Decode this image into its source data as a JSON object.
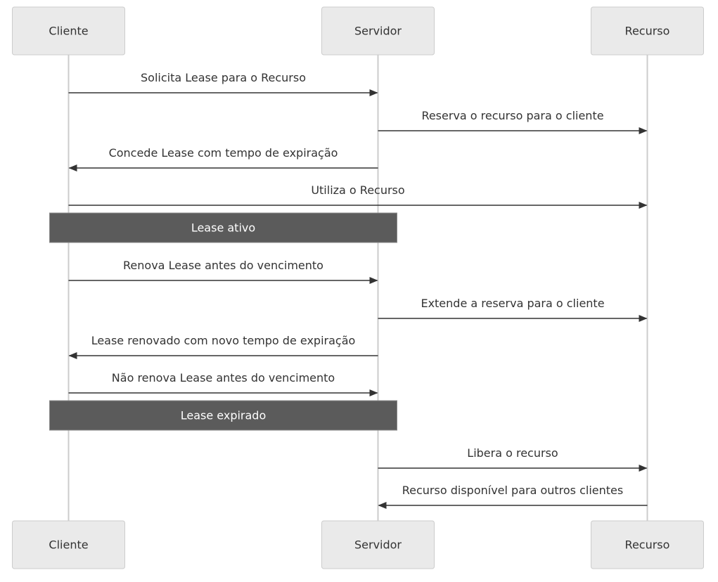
{
  "participants": [
    {
      "id": "cliente",
      "label": "Cliente"
    },
    {
      "id": "servidor",
      "label": "Servidor"
    },
    {
      "id": "recurso",
      "label": "Recurso"
    }
  ],
  "events": [
    {
      "type": "message",
      "from": "cliente",
      "to": "servidor",
      "text": "Solicita Lease para o Recurso"
    },
    {
      "type": "message",
      "from": "servidor",
      "to": "recurso",
      "text": "Reserva o recurso para o cliente"
    },
    {
      "type": "message",
      "from": "servidor",
      "to": "cliente",
      "text": "Concede Lease com tempo de expiração"
    },
    {
      "type": "message",
      "from": "cliente",
      "to": "recurso",
      "text": "Utiliza o Recurso"
    },
    {
      "type": "note",
      "over": [
        "cliente",
        "servidor"
      ],
      "text": "Lease ativo"
    },
    {
      "type": "message",
      "from": "cliente",
      "to": "servidor",
      "text": "Renova Lease antes do vencimento"
    },
    {
      "type": "message",
      "from": "servidor",
      "to": "recurso",
      "text": "Extende a reserva para o cliente"
    },
    {
      "type": "message",
      "from": "servidor",
      "to": "cliente",
      "text": "Lease renovado com novo tempo de expiração"
    },
    {
      "type": "message",
      "from": "cliente",
      "to": "servidor",
      "text": "Não renova Lease antes do vencimento"
    },
    {
      "type": "note",
      "over": [
        "cliente",
        "servidor"
      ],
      "text": "Lease expirado"
    },
    {
      "type": "message",
      "from": "servidor",
      "to": "recurso",
      "text": "Libera o recurso"
    },
    {
      "type": "message",
      "from": "recurso",
      "to": "servidor",
      "text": "Recurso disponível para outros clientes"
    }
  ]
}
